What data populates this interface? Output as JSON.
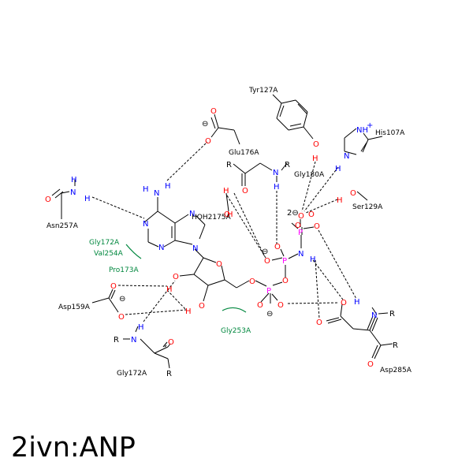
{
  "caption": "2ivn:ANP",
  "colors": {
    "carbon": "#000000",
    "nitrogen": "#0000ff",
    "oxygen": "#ff0000",
    "phosphorus": "#ff00ff",
    "hydrophobic": "#00873e"
  },
  "residues": {
    "tyr127": "Tyr127A",
    "his107": "His107A",
    "glu176": "Glu176A",
    "gly180": "Gly180A",
    "ser129": "Ser129A",
    "asn257": "Asn257A",
    "hoh2175": "HOH2175A",
    "asp159": "Asp159A",
    "gly172_bottom": "Gly172A",
    "asp285": "Asp285A",
    "gly253": "Gly253A"
  },
  "hydrophobic_labels": {
    "gly172": "Gly172A",
    "val254": "Val254A",
    "pro173": "Pro173A",
    "gly253": "Gly253A"
  },
  "atoms": {
    "nplus": "NH",
    "plus": "+",
    "minus": "⊖",
    "two_minus": "2⊖",
    "r": "R"
  }
}
